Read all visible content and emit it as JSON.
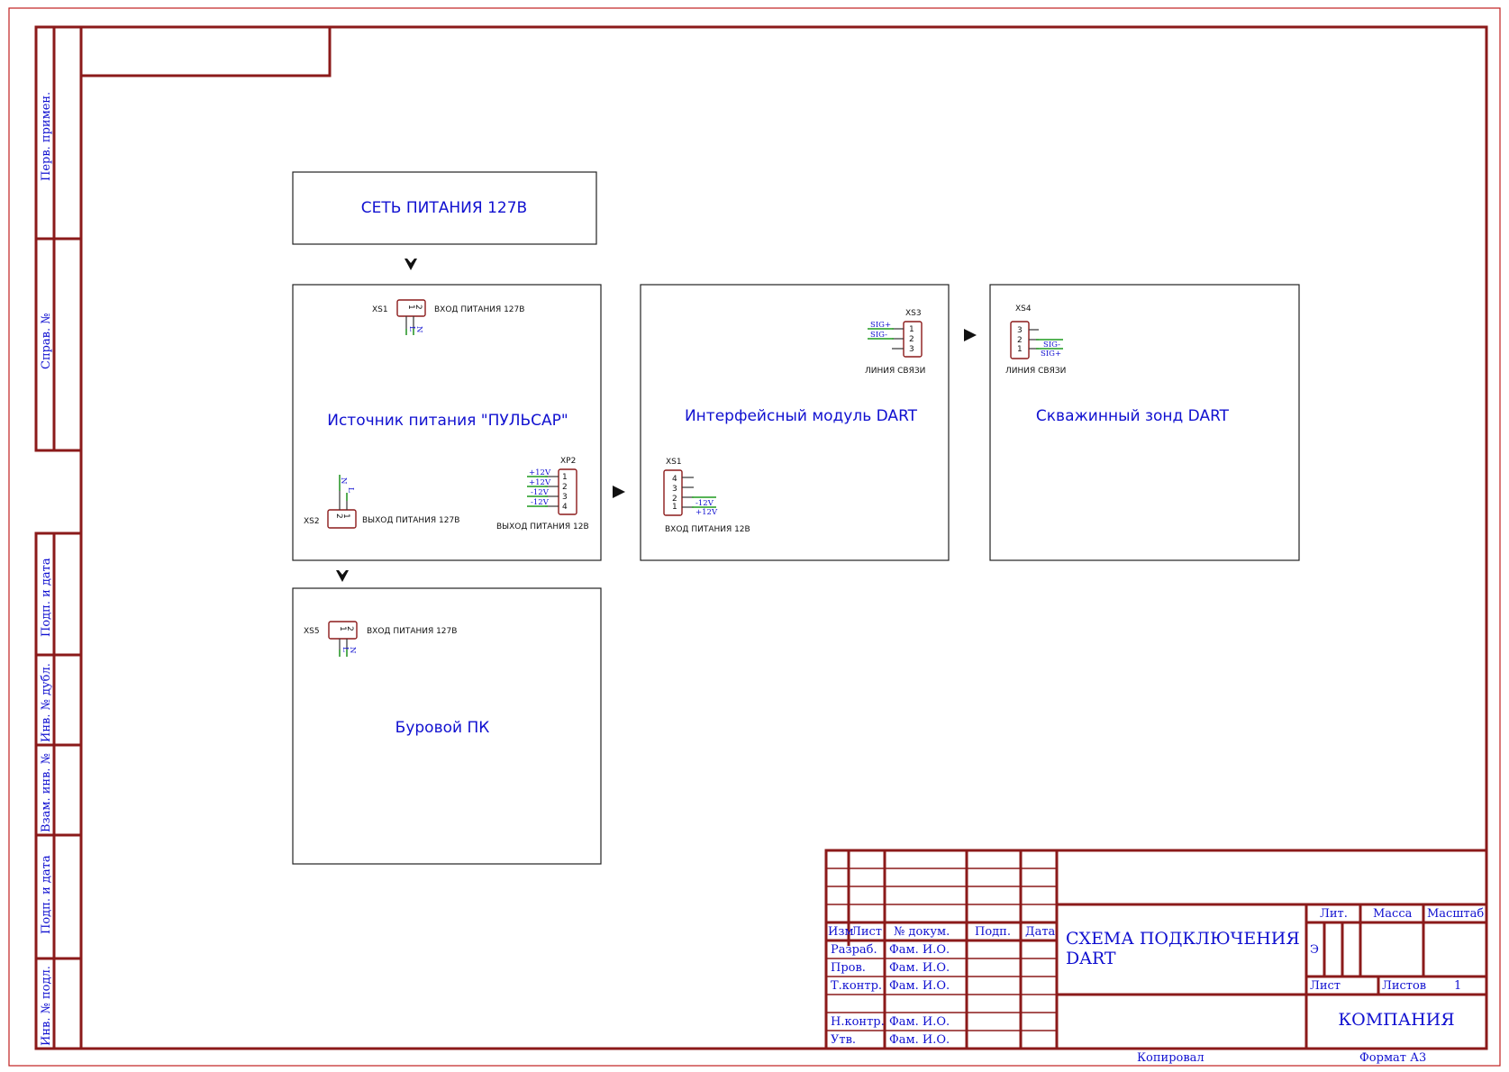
{
  "blocks": {
    "power_network": {
      "title": "СЕТЬ ПИТАНИЯ 127В"
    },
    "power_source": {
      "title": "Источник питания \"ПУЛЬСАР\"",
      "xs1": {
        "ref": "XS1",
        "label": "ВХОД ПИТАНИЯ 127В",
        "pins": [
          "1",
          "2"
        ],
        "wires": [
          "L",
          "N"
        ]
      },
      "xs2": {
        "ref": "XS2",
        "label": "ВЫХОД ПИТАНИЯ 127В",
        "pins": [
          "2",
          "1"
        ],
        "wires": [
          "N",
          "L"
        ]
      },
      "xp2": {
        "ref": "XP2",
        "label": "ВЫХОД ПИТАНИЯ 12В",
        "pins": [
          "1",
          "2",
          "3",
          "4"
        ],
        "wires": [
          "+12V",
          "+12V",
          "-12V",
          "-12V"
        ]
      }
    },
    "interface_module": {
      "title": "Интерфейсный модуль DART",
      "xs3": {
        "ref": "XS3",
        "label": "ЛИНИЯ СВЯЗИ",
        "pins": [
          "1",
          "2",
          "3"
        ],
        "wires": [
          "SIG+",
          "SIG-"
        ]
      },
      "xs1": {
        "ref": "XS1",
        "label": "ВХОД ПИТАНИЯ 12В",
        "pins": [
          "4",
          "3",
          "2",
          "1"
        ],
        "wires": [
          "-12V",
          "+12V"
        ]
      }
    },
    "probe": {
      "title": "Скважинный зонд DART",
      "xs4": {
        "ref": "XS4",
        "label": "ЛИНИЯ СВЯЗИ",
        "pins": [
          "3",
          "2",
          "1"
        ],
        "wires": [
          "SIG-",
          "SIG+"
        ]
      }
    },
    "drill_pc": {
      "title": "Буровой ПК",
      "xs5": {
        "ref": "XS5",
        "label": "ВХОД ПИТАНИЯ 127В",
        "pins": [
          "1",
          "2"
        ],
        "wires": [
          "L",
          "N"
        ]
      }
    }
  },
  "side_strip": {
    "top": [
      "Перв. примен.",
      "Справ. №"
    ],
    "bottom": [
      "Подп. и дата",
      "Инв. № дубл.",
      "Взам. инв. №",
      "Подп. и дата",
      "Инв. № подл."
    ]
  },
  "title_block": {
    "headers": {
      "izm": "Изм",
      "list": "Лист",
      "doc": "№ докум.",
      "sign": "Подп.",
      "date": "Дата"
    },
    "rows": [
      {
        "role": "Разраб.",
        "name": "Фам. И.О."
      },
      {
        "role": "Пров.",
        "name": "Фам. И.О."
      },
      {
        "role": "Т.контр.",
        "name": "Фам. И.О."
      },
      {
        "role": "Н.контр.",
        "name": "Фам. И.О."
      },
      {
        "role": "Утв.",
        "name": "Фам. И.О."
      }
    ],
    "doc_title_line1": "СХЕМА ПОДКЛЮЧЕНИЯ",
    "doc_title_line2": "DART",
    "lit": "Лит.",
    "mass": "Масса",
    "scale": "Масштаб",
    "lit_value": "Э",
    "sheet": "Лист",
    "sheets": "Листов",
    "sheets_value": "1",
    "company": "КОМПАНИЯ",
    "copied": "Копировал",
    "format": "Формат А3"
  }
}
